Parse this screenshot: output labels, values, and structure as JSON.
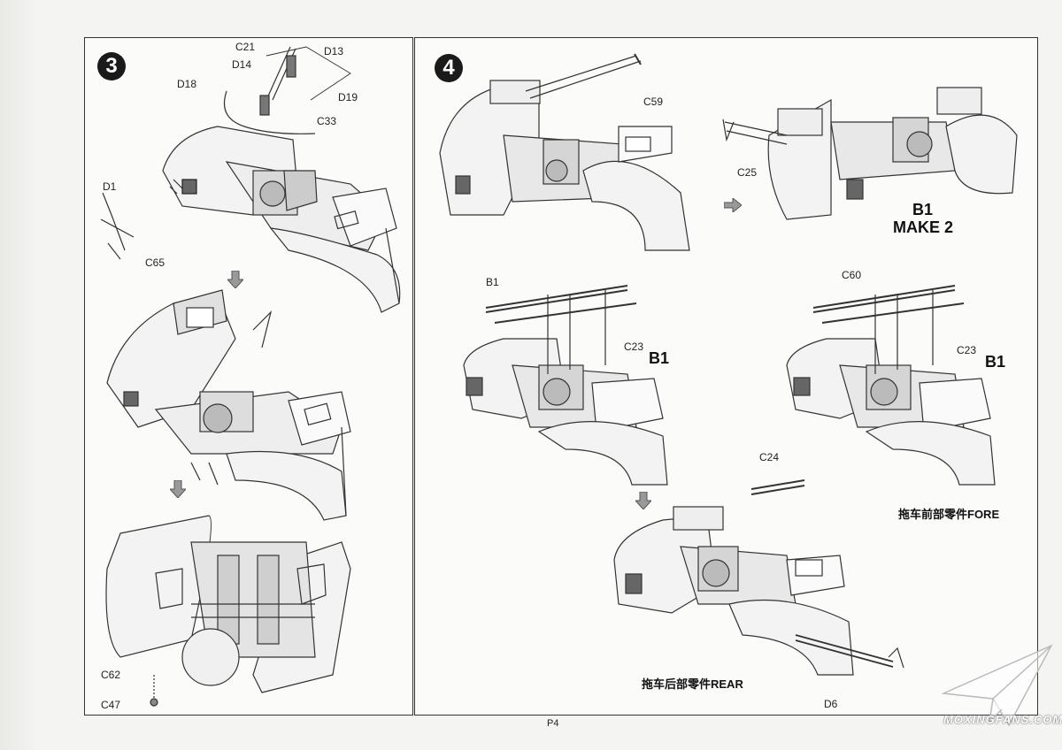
{
  "page_number": "P4",
  "watermark": "MOXINGFANS.COM",
  "step3": {
    "number": "3",
    "labels": {
      "c21": "C21",
      "d13": "D13",
      "d14": "D14",
      "d18": "D18",
      "d19": "D19",
      "c33": "C33",
      "d1": "D1",
      "c65": "C65",
      "c62": "C62",
      "c47": "C47"
    }
  },
  "step4": {
    "number": "4",
    "labels": {
      "c59": "C59",
      "c25": "C25",
      "b1_left": "B1",
      "c23_left": "C23",
      "c60": "C60",
      "c23_right": "C23",
      "c24": "C24",
      "d6": "D6"
    },
    "b1_make2_title": "B1",
    "make2": "MAKE 2",
    "b1_callout_left": "B1",
    "b1_callout_right": "B1",
    "fore_label": "拖车前部零件FORE",
    "rear_label": "拖车后部零件REAR"
  }
}
